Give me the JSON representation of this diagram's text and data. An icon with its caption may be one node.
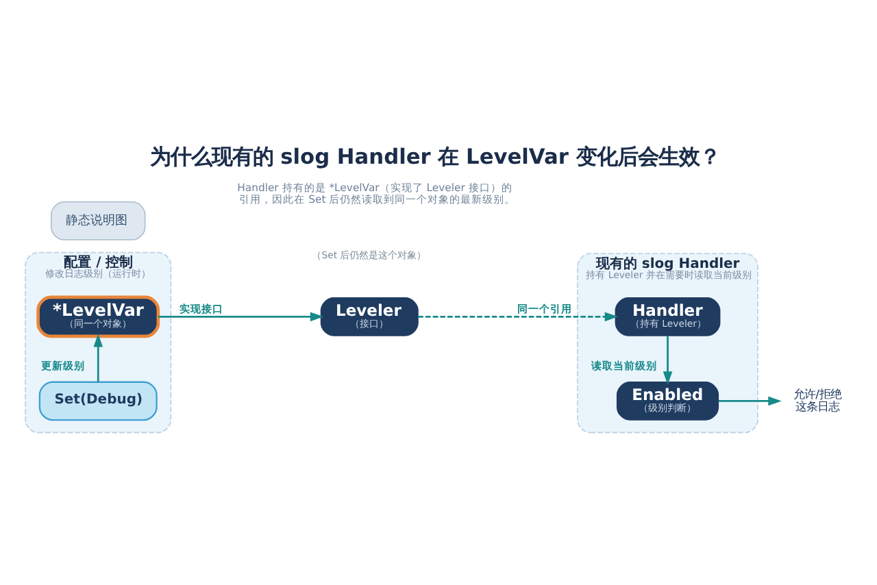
{
  "diagram": {
    "title": "为什么现有的 slog Handler 在 LevelVar 变化后会生效？",
    "nodes": [
      {
        "text": [
          "静态说明图"
        ]
      },
      {
        "text": [
          "配置 / 控制",
          "修改日志级别（运行时）"
        ]
      },
      {
        "text": [
          "*LevelVar",
          "（同一个对象）"
        ],
        "in": 1
      },
      {
        "text": [
          "Set(Debug)"
        ],
        "in": 1
      },
      {
        "text": [
          "Leveler",
          "（接口）"
        ]
      },
      {
        "text": [
          "现有的 slog Handler",
          "持有 Leveler 并在需要时读取当前级别"
        ]
      },
      {
        "text": [
          "Handler",
          "（持有 Leveler）"
        ],
        "in": 5
      },
      {
        "text": [
          "Enabled",
          "（级别判断）"
        ],
        "in": 5
      },
      {
        "text": [
          "允许/拒绝这条日志"
        ]
      }
    ],
    "edges": [
      {
        "from": 3,
        "to": 2,
        "arrow": "to",
        "label": "更新级别"
      },
      {
        "from": 2,
        "to": 4,
        "arrow": "to",
        "label": "实现接口"
      },
      {
        "from": 4,
        "to": 6,
        "arrow": "to",
        "label": "同一个引用",
        "style": "dashed"
      },
      {
        "from": 6,
        "to": 7,
        "arrow": "to",
        "label": "读取当前级别"
      },
      {
        "from": 7,
        "to": 8,
        "arrow": "to"
      }
    ],
    "labels": [
      "Handler 持有的是 *LevelVar（实现了 Leveler 接口）的引用，因此在 Set 后仍然读取到同一个对象的最新级别。",
      "（Set 后仍然是这个对象）"
    ]
  }
}
